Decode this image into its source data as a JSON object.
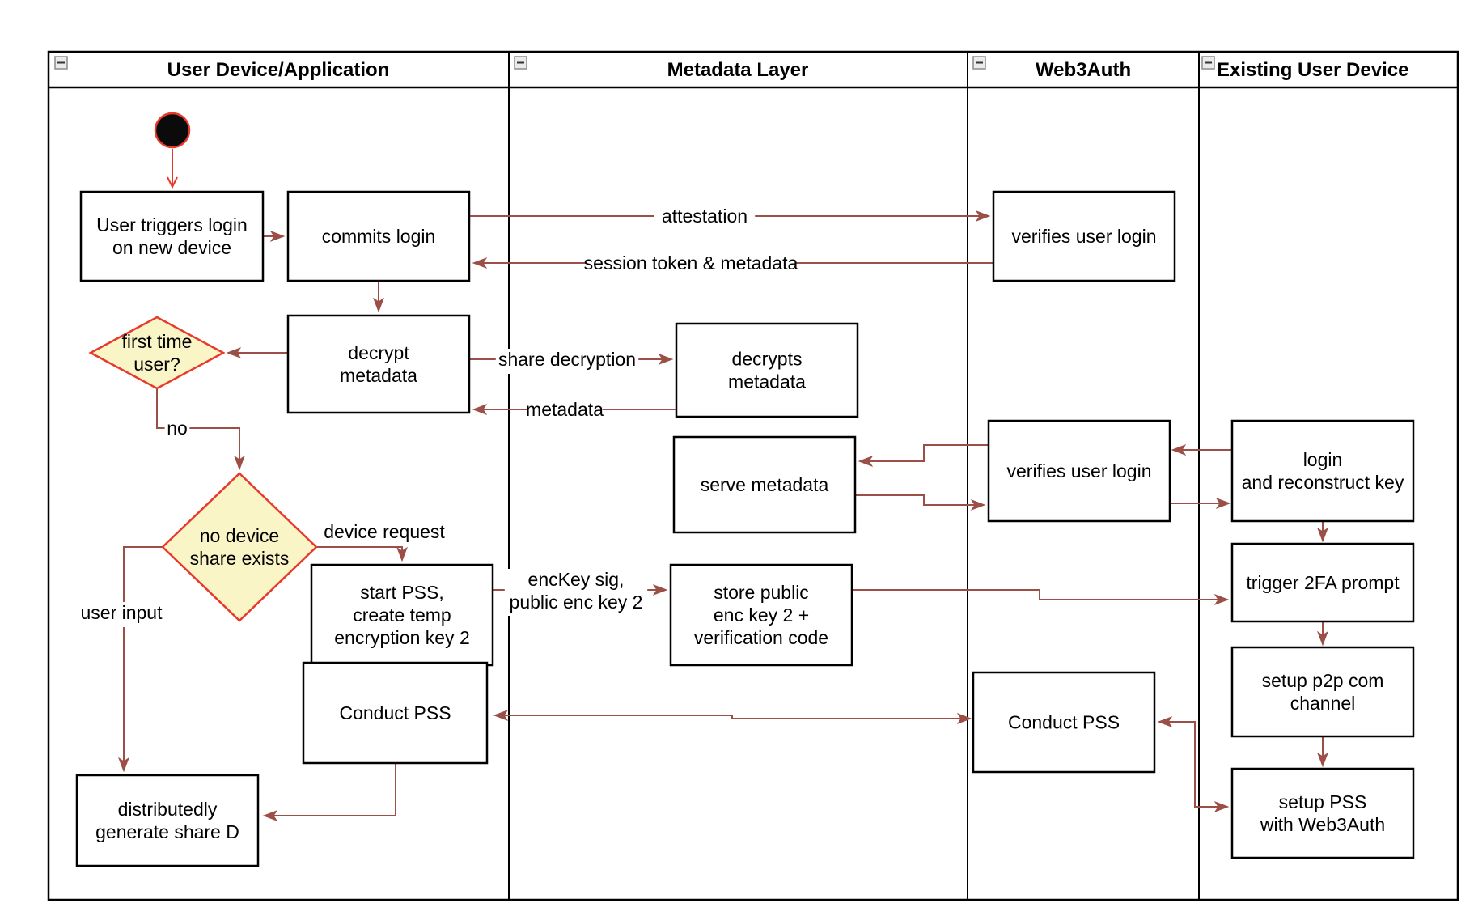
{
  "diagram_type": "swimlane-flowchart",
  "colors": {
    "edge": "#9B4F47",
    "accent_red": "#E8392B",
    "diamond_fill": "#FAF5C6",
    "box_fill": "#FFFFFF",
    "box_stroke": "#000000",
    "lane_stroke": "#000000",
    "collapse_fill": "#EBEBEB",
    "collapse_stroke": "#8C8C8C",
    "start_fill": "#0B0B0B"
  },
  "lanes": [
    {
      "id": "user-device",
      "title": "User Device/Application"
    },
    {
      "id": "metadata-layer",
      "title": "Metadata Layer"
    },
    {
      "id": "web3auth",
      "title": "Web3Auth"
    },
    {
      "id": "existing-user-device",
      "title": "Existing User Device"
    }
  ],
  "nodes": {
    "start": {
      "label": [],
      "shape": "start"
    },
    "user_triggers": {
      "label": [
        "User triggers login",
        "on new device"
      ],
      "shape": "rect"
    },
    "commits_login": {
      "label": [
        "commits login"
      ],
      "shape": "rect"
    },
    "verifies_login_1": {
      "label": [
        "verifies user login"
      ],
      "shape": "rect"
    },
    "decrypt_metadata": {
      "label": [
        "decrypt",
        "metadata"
      ],
      "shape": "rect"
    },
    "decrypts_metadata": {
      "label": [
        "decrypts",
        "metadata"
      ],
      "shape": "rect"
    },
    "first_time_user": {
      "label": [
        "first time",
        "user?"
      ],
      "shape": "diamond"
    },
    "serve_metadata": {
      "label": [
        "serve metadata"
      ],
      "shape": "rect"
    },
    "verifies_login_2": {
      "label": [
        "verifies user login"
      ],
      "shape": "rect"
    },
    "login_reconstruct": {
      "label": [
        "login",
        "and reconstruct key"
      ],
      "shape": "rect"
    },
    "no_device_share": {
      "label": [
        "no device",
        "share exists"
      ],
      "shape": "diamond"
    },
    "start_pss": {
      "label": [
        "start PSS,",
        "create temp",
        "encryption key 2"
      ],
      "shape": "rect"
    },
    "store_public": {
      "label": [
        "store public",
        "enc key 2 +",
        "verification code"
      ],
      "shape": "rect"
    },
    "trigger_2fa": {
      "label": [
        "trigger 2FA prompt"
      ],
      "shape": "rect"
    },
    "setup_p2p": {
      "label": [
        "setup p2p com",
        "channel"
      ],
      "shape": "rect"
    },
    "conduct_pss_left": {
      "label": [
        "Conduct PSS"
      ],
      "shape": "rect"
    },
    "conduct_pss_right": {
      "label": [
        "Conduct PSS"
      ],
      "shape": "rect"
    },
    "setup_pss": {
      "label": [
        "setup PSS",
        "with Web3Auth"
      ],
      "shape": "rect"
    },
    "distributedly": {
      "label": [
        "distributedly",
        "generate share D"
      ],
      "shape": "rect"
    }
  },
  "edge_labels": {
    "attestation": "attestation",
    "session": "session token & metadata",
    "share_decryption": "share decryption",
    "metadata": "metadata",
    "no": "no",
    "device_request": "device request",
    "enckey": [
      "encKey sig,",
      "public enc key 2"
    ],
    "user_input": "user input"
  }
}
